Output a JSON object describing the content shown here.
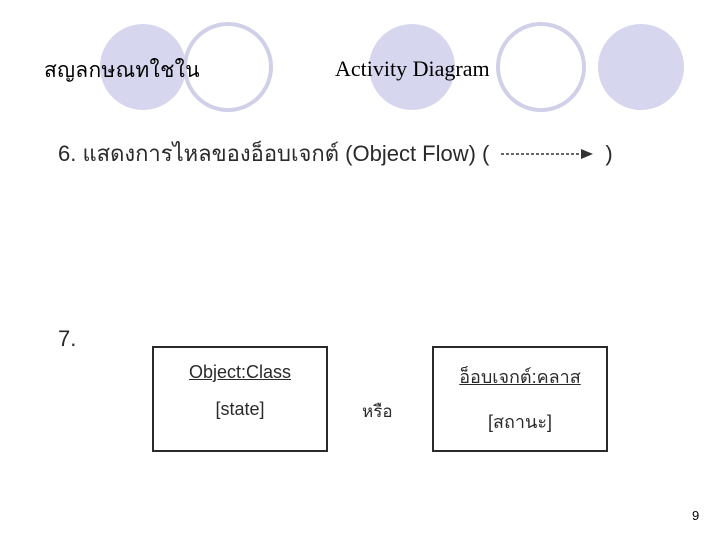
{
  "header": {
    "left_title": "สญลกษณทใชใน",
    "title": "Activity Diagram",
    "decoration_colors": {
      "fill": "#d6d6ee",
      "stroke": "#d0d0e8"
    }
  },
  "content": {
    "item6": {
      "text": "6. แสดงการไหลของอ็อบเจกต์ (Object Flow) (",
      "close": ")"
    },
    "item7": {
      "number": "7.",
      "box_english": {
        "name": "Object:Class",
        "state": "[state]"
      },
      "or_text": "หรือ",
      "box_thai": {
        "name": "อ็อบเจกต์:คลาส",
        "state": "[สถานะ]"
      }
    }
  },
  "footer": {
    "page_number": "9"
  }
}
